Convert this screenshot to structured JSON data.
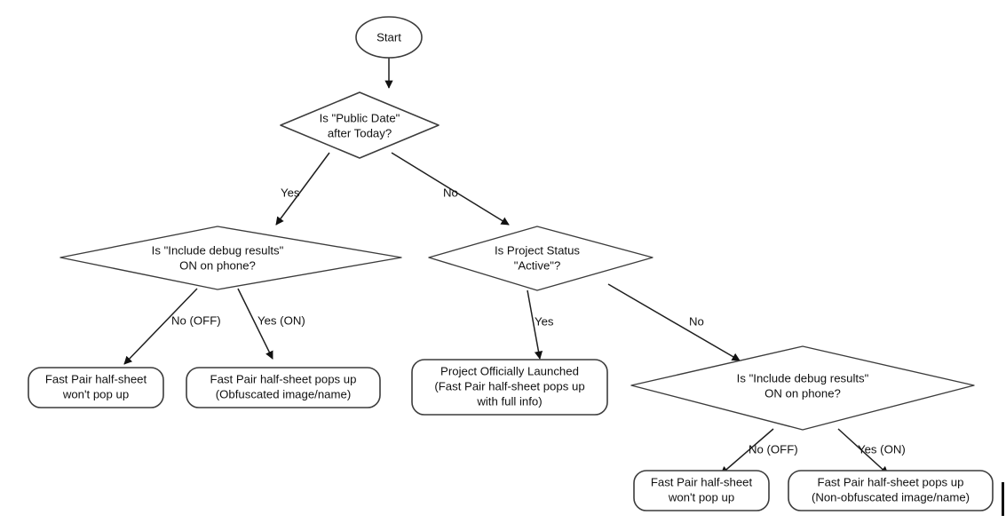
{
  "diagram": {
    "type": "flowchart",
    "title": "Fast Pair half-sheet visibility decision flow",
    "stroke_color": "#3c3c3c",
    "edge_color": "#1f1f1f",
    "background_color": "#ffffff",
    "text_color": "#111111"
  },
  "nodes": {
    "start": {
      "shape": "ellipse",
      "label": "Start"
    },
    "decision_public_date": {
      "shape": "diamond",
      "line1": "Is \"Public Date\"",
      "line2": "after Today?"
    },
    "decision_debug_left": {
      "shape": "diamond",
      "line1": "Is \"Include debug results\"",
      "line2": "ON on phone?"
    },
    "decision_project_status": {
      "shape": "diamond",
      "line1": "Is Project Status",
      "line2": "\"Active\"?"
    },
    "decision_debug_right": {
      "shape": "diamond",
      "line1": "Is \"Include debug results\"",
      "line2": "ON on phone?"
    },
    "terminal_left_no": {
      "shape": "rounded-rect",
      "line1": "Fast Pair half-sheet",
      "line2": "won't pop up"
    },
    "terminal_left_yes": {
      "shape": "rounded-rect",
      "line1": "Fast Pair half-sheet pops up",
      "line2": "(Obfuscated image/name)"
    },
    "terminal_launched": {
      "shape": "rounded-rect",
      "line1": "Project Officially Launched",
      "line2": "(Fast Pair half-sheet pops up",
      "line3": "with full info)"
    },
    "terminal_right_no": {
      "shape": "rounded-rect",
      "line1": "Fast Pair half-sheet",
      "line2": "won't pop up"
    },
    "terminal_right_yes": {
      "shape": "rounded-rect",
      "line1": "Fast Pair half-sheet pops up",
      "line2": "(Non-obfuscated image/name)"
    }
  },
  "edge_labels": {
    "public_date_yes": "Yes",
    "public_date_no": "No",
    "debug_left_no": "No (OFF)",
    "debug_left_yes": "Yes (ON)",
    "project_status_yes": "Yes",
    "project_status_no": "No",
    "debug_right_no": "No (OFF)",
    "debug_right_yes": "Yes (ON)"
  }
}
